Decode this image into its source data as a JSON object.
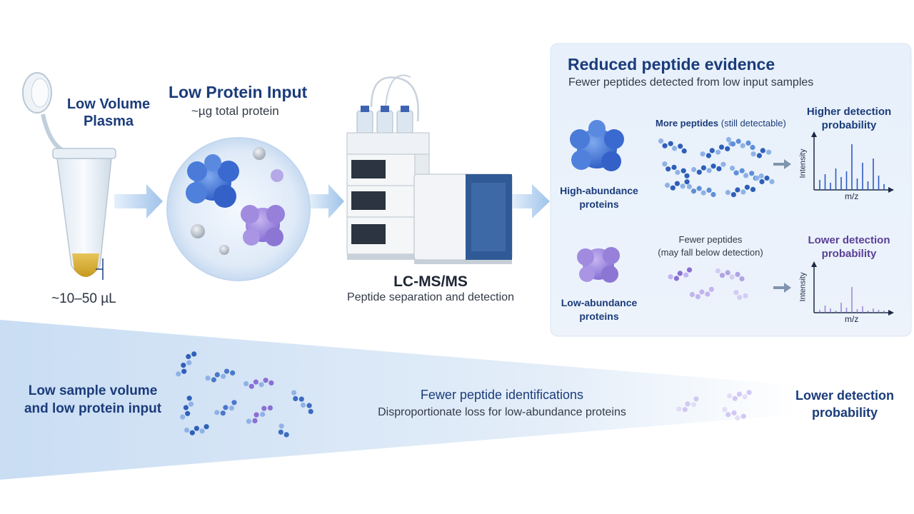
{
  "left": {
    "plasma_title": "Low Volume\nPlasma",
    "plasma_volume": "~10–50 µL",
    "protein_title": "Low Protein Input",
    "protein_sub": "~µg total protein"
  },
  "instrument": {
    "title": "LC-MS/MS",
    "subtitle": "Peptide separation and detection"
  },
  "panel": {
    "title": "Reduced peptide evidence",
    "subtitle": "Fewer peptides detected from low input samples",
    "high": {
      "label": "High-abundance\nproteins",
      "peptides_bold": "More peptides",
      "peptides_rest": " (still detectable)",
      "result": "Higher detection\nprobability",
      "xlabel": "m/z",
      "ylabel": "Intensity"
    },
    "low": {
      "label": "Low-abundance\nproteins",
      "peptides": "Fewer peptides\n(may fall below detection)",
      "result": "Lower detection\nprobability",
      "xlabel": "m/z",
      "ylabel": "Intensity"
    }
  },
  "bottom": {
    "left": "Low sample volume\nand low protein input",
    "middle_title": "Fewer peptide identifications",
    "middle_sub": "Disproportionate loss for low-abundance proteins",
    "right": "Lower detection\nprobability"
  },
  "colors": {
    "navy": "#1b3c7a",
    "purple": "#5a3f96",
    "protein_blue": "#3c6fd1",
    "protein_purple": "#9b86df",
    "panel_bg": "#e9f1fb"
  }
}
